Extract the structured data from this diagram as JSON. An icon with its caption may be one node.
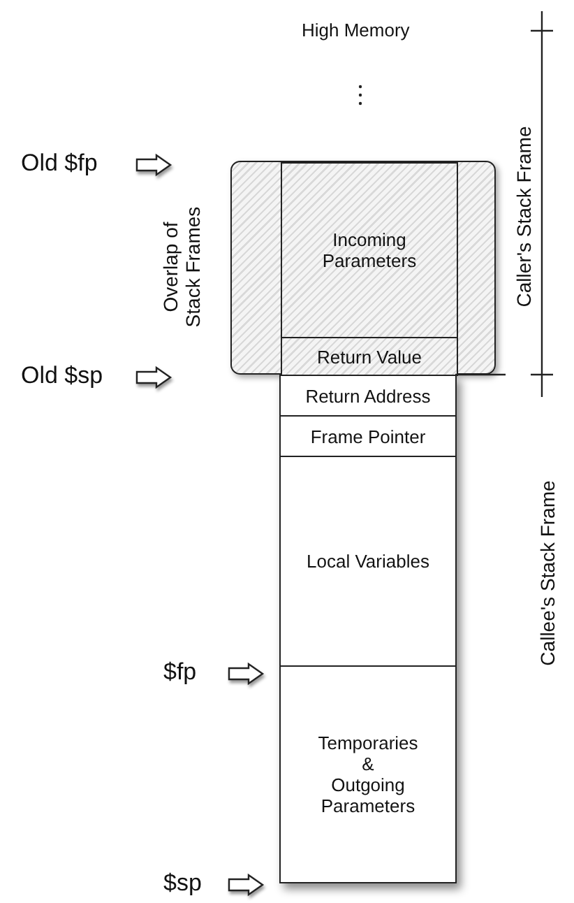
{
  "diagram": {
    "nodes": [
      {
        "text": [
          "Overlap of Stack Frames"
        ]
      },
      {
        "text": [
          "Incoming Parameters"
        ],
        "in": 0
      },
      {
        "text": [
          "Return Value"
        ],
        "in": 0
      },
      {
        "text": [
          "Return Address"
        ]
      },
      {
        "text": [
          "Frame Pointer"
        ]
      },
      {
        "text": [
          "Local Variables"
        ]
      },
      {
        "text": [
          "Temporaries & Outgoing Parameters"
        ]
      }
    ],
    "edges": [],
    "labels": [
      "High Memory",
      "Old $fp",
      "Caller's Stack Frame",
      "Old $sp",
      "Callee's Stack Frame",
      "$fp",
      "$sp"
    ]
  }
}
